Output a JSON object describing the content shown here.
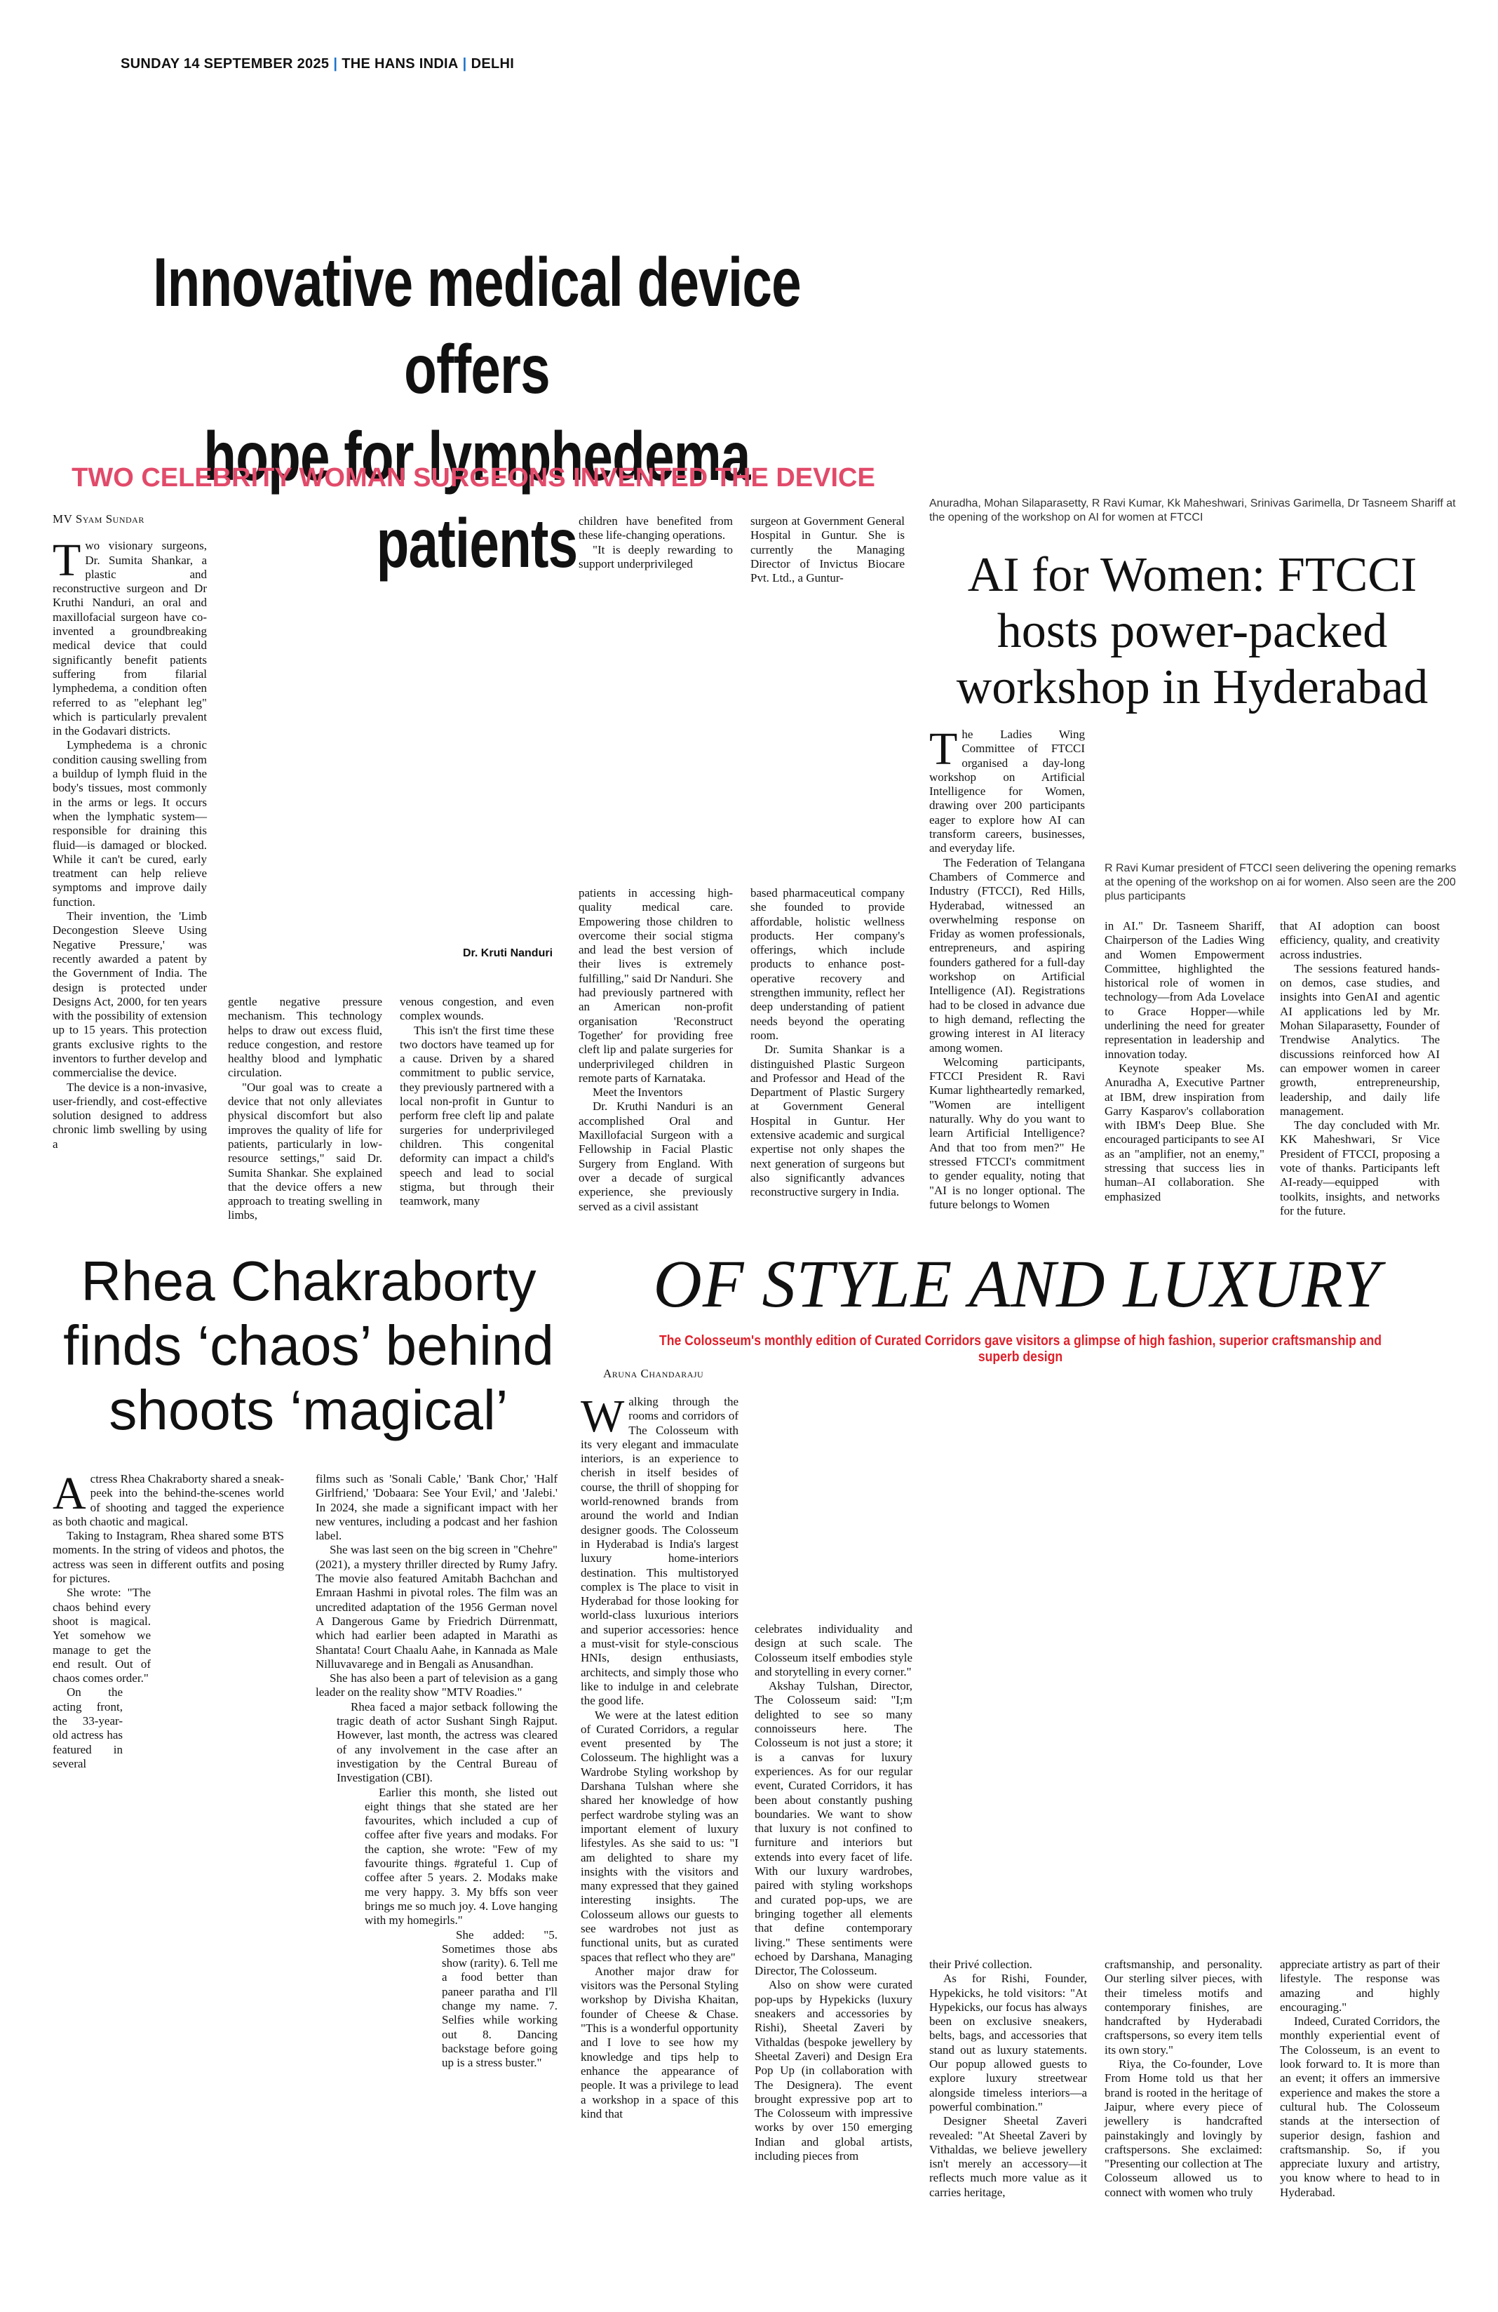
{
  "header": {
    "date": "SUNDAY 14 SEPTEMBER 2025",
    "paper": "THE HANS INDIA",
    "edition": "DELHI",
    "sep": "|"
  },
  "lymph": {
    "headline_1": "Innovative medical device offers",
    "headline_2": "hope for lymphedema patients",
    "subhead": "TWO CELEBRITY WOMAN SURGEONS INVENTED THE DEVICE",
    "byline": "MV Syam Sundar",
    "drop": "T",
    "photo_credit": "Dr. Kruti Nanduri",
    "col1_p1": "wo visionary surgeons, Dr. Sumita Shankar, a plastic and reconstructive surgeon and Dr Kruthi Nanduri, an oral and maxillofacial surgeon have co-invented a groundbreaking medical device that could significantly benefit patients suffering from filarial lymphedema, a condition often referred to as \"elephant leg\" which is particularly prevalent in the Godavari districts.",
    "col1_p2": "Lymphedema is a chronic condition causing swelling from a buildup of lymph fluid in the body's tissues, most commonly in the arms or legs. It occurs when the lymphatic system—responsible for draining this fluid—is damaged or blocked. While it can't be cured, early treatment can help relieve symptoms and improve daily function.",
    "col1_p3": "Their invention, the 'Limb Decongestion Sleeve Using Negative Pressure,' was recently awarded a patent by the Government of India. The design is protected under Designs Act, 2000, for ten years with the possibility of extension up to 15 years. This protection grants exclusive rights to the inventors to further develop and commercialise the device.",
    "col1_p4": "The device is a non-invasive, user-friendly, and cost-effective solution designed to address chronic limb swelling by using a",
    "col2": "gentle negative pressure mechanism. This technology helps to draw out excess fluid, reduce congestion, and restore healthy blood and lymphatic circulation.",
    "col2_p2": "\"Our goal was to create a device that not only alleviates physical discomfort but also improves the quality of life for patients, particularly in low-resource settings,\" said Dr. Sumita Shankar. She explained that the device offers a new approach to treating swelling in limbs,",
    "col3": "venous congestion, and even complex wounds.",
    "col3_p2": "This isn't the first time these two doctors have teamed up for a cause. Driven by a shared commitment to public service, they previously partnered with a local non-profit in Guntur to perform free cleft lip and palate surgeries for underprivileged children. This congenital deformity can impact a child's speech and lead to social stigma, but through their teamwork, many",
    "col4_top": "children have benefited from these life-changing operations.",
    "col4_top_p2": "\"It is deeply rewarding to support underprivileged",
    "col4_bot": "patients in accessing high-quality medical care. Empowering those children to overcome their social stigma and lead the best version of their lives is extremely fulfilling,\" said Dr Nanduri. She had previously partnered with an American non-profit organisation 'Reconstruct Together' for providing free cleft lip and palate surgeries for underprivileged children in remote parts of Karnataka.",
    "col4_bot_p2": "Meet the Inventors",
    "col4_bot_p3": "Dr. Kruthi Nanduri is an accomplished Oral and Maxillofacial Surgeon with a Fellowship in Facial Plastic Surgery from England. With over a decade of surgical experience, she previously served as a civil assistant",
    "col5_top": "surgeon at Government General Hospital in Guntur. She is currently the Managing Director of Invictus Biocare Pvt. Ltd., a Guntur-",
    "col5_bot": "based pharmaceutical company she founded to provide affordable, holistic wellness products. Her company's offerings, which include products to enhance post-operative recovery and strengthen immunity, reflect her deep understanding of patient needs beyond the operating room.",
    "col5_bot_p2": "Dr. Sumita Shankar is a distinguished Plastic Surgeon and Professor and Head of the Department of Plastic Surgery at Government General Hospital in Guntur. Her extensive academic and surgical expertise not only shapes the next generation of surgeons but also significantly advances reconstructive surgery in India."
  },
  "ftcci": {
    "caption_top": "Anuradha, Mohan Silaparasetty, R Ravi Kumar, Kk Maheshwari, Srinivas Garimella, Dr Tasneem Shariff at the opening of the workshop on AI for women at FTCCI",
    "headline_1": "AI for Women: FTCCI",
    "headline_2": "hosts power-packed",
    "headline_3": "workshop in Hyderabad",
    "drop": "T",
    "col1_p1": "he Ladies Wing Committee of FTCCI organised a day-long workshop on Artificial Intelligence for Women, drawing over 200 participants eager to explore how AI can transform careers, businesses, and everyday life.",
    "col1_p2": "The Federation of Telangana Chambers of Commerce and Industry (FTCCI), Red Hills, Hyderabad, witnessed an overwhelming response on Friday as women professionals, entrepreneurs, and aspiring founders gathered for a full-day workshop on Artificial Intelligence (AI). Registrations had to be closed in advance due to high demand, reflecting the growing interest in AI literacy among women.",
    "col1_p3": "Welcoming participants, FTCCI President R. Ravi Kumar lightheartedly remarked, \"Women are intelligent naturally. Why do you want to learn Artificial Intelligence? And that too from men?\" He stressed FTCCI's commitment to gender equality, noting that \"AI is no longer optional. The future belongs to Women",
    "caption_mid": "R Ravi Kumar president of FTCCI seen delivering the opening remarks at the opening of the workshop on ai for women. Also seen are the 200 plus participants",
    "col2_p1": "in AI.\" Dr. Tasneem Shariff, Chairperson of the Ladies Wing and Women Empowerment Committee, highlighted the historical role of women in technology—from Ada Lovelace to Grace Hopper—while underlining the need for greater representation in leadership and innovation today.",
    "col2_p2": "Keynote speaker Ms. Anuradha A, Executive Partner at IBM, drew inspiration from Garry Kasparov's collaboration with IBM's Deep Blue. She encouraged participants to see AI as an \"amplifier, not an enemy,\" stressing that success lies in human–AI collaboration. She emphasized",
    "col3_p1": "that AI adoption can boost efficiency, quality, and creativity across industries.",
    "col3_p2": "The sessions featured hands-on demos, case studies, and insights into GenAI and agentic AI applications led by Mr. Mohan Silaparasetty, Founder of Trendwise Analytics. The discussions reinforced how AI can empower women in career growth, entrepreneurship, leadership, and daily life management.",
    "col3_p3": "The day concluded with Mr. KK Maheshwari, Sr Vice President of FTCCI, proposing a vote of thanks. Participants left AI-ready—equipped with toolkits, insights, and networks for the future."
  },
  "rhea": {
    "headline_1": "Rhea Chakraborty",
    "headline_2": "finds ‘chaos’ behind",
    "headline_3": "shoots ‘magical’",
    "drop": "A",
    "col1_p1": "ctress Rhea Chakraborty shared a sneak-peek into the behind-the-scenes world of shooting and tagged the experience as both chaotic and magical.",
    "col1_p2": "Taking to Instagram, Rhea shared some BTS moments. In the string of videos and photos, the actress was seen in different outfits and posing for pictures.",
    "col1_p3": "She wrote: \"The chaos behind every shoot is magical. Yet somehow we manage to get the end result. Out of chaos comes order.\"",
    "col1_p4": "On the acting front, the 33-year-old actress has featured in several",
    "col2_p1": "films such as 'Sonali Cable,' 'Bank Chor,' 'Half Girlfriend,' 'Dobaara: See Your Evil,' and 'Jalebi.' In 2024, she made a significant impact with her new ventures, including a podcast and her fashion label.",
    "col2_p2": "She was last seen on the big screen in \"Chehre\" (2021), a mystery thriller directed by Rumy Jafry. The movie also featured Amitabh Bachchan and Emraan Hashmi in pivotal roles. The film was an uncredited adaptation of the 1956 German novel A Dangerous Game by Friedrich Dürrenmatt, which had earlier been adapted in Marathi as Shantata! Court Chaalu Aahe, in Kannada as Male Nilluvavarege and in Bengali as Anusandhan.",
    "col2_p3": "She has also been a part of television as a gang leader on the reality show \"MTV Roadies.\"",
    "col2_p4": "Rhea faced a major setback following the tragic death of actor Sushant Singh Rajput. However, last month, the actress was cleared of any involvement in the case after an investigation by the Central Bureau of Investigation (CBI).",
    "col2_p5": "Earlier this month, she listed out eight things that she stated are her favourites, which included a cup of coffee after five years and modaks. For the caption, she wrote: \"Few of my favourite things. #grateful 1. Cup of coffee after 5 years. 2. Modaks make me very happy. 3. My bffs son veer brings me so much joy. 4. Love hanging with my homegirls.\"",
    "col2_p6": "She added: \"5. Sometimes those abs show (rarity). 6. Tell me a food better than paneer paratha and I'll change my name. 7. Selfies while working out 8. Dancing backstage before going up is a stress buster.\""
  },
  "style": {
    "headline": "OF STYLE AND LUXURY",
    "subhead": "The Colosseum's monthly edition of Curated Corridors gave visitors a glimpse of high fashion, superior craftsmanship and superb design",
    "byline": "Aruna Chandaraju",
    "drop": "W",
    "col1_p1": "alking through the rooms and corridors of The Colosseum with its very elegant and immaculate interiors, is an experience to cherish in itself besides of course, the thrill of shopping for world-renowned brands from around the world and Indian designer goods. The Colosseum in Hyderabad is India's largest luxury home-interiors destination. This multistoryed complex is The place to visit in Hyderabad for those looking for world-class luxurious interiors and superior accessories: hence a must-visit for style-conscious HNIs, design enthusiasts, architects, and simply those who like to indulge in and celebrate the good life.",
    "col1_p2": "We were at the latest edition of Curated Corridors, a regular event presented by The Colosseum. The highlight was a Wardrobe Styling workshop by Darshana Tulshan where she shared her knowledge of how perfect wardrobe styling was an important element of luxury lifestyles. As she said to us: \"I am delighted to share my insights with the visitors and many expressed that they gained interesting insights. The Colosseum allows our guests to see wardrobes not just as functional units, but as curated spaces that reflect who they are\"",
    "col1_p3": "Another major draw for visitors was the Personal Styling workshop by Divisha Khaitan, founder of Cheese & Chase. \"This is a wonderful opportunity and I love to see how my knowledge and tips help to enhance the appearance of people. It was a privilege to lead a workshop in a space of this kind that",
    "col2_p1": "celebrates individuality and design at such scale. The Colosseum itself embodies style and storytelling in every corner.\"",
    "col2_p2": "Akshay Tulshan, Director, The Colosseum said: \"I;m delighted to see so many connoisseurs here. The Colosseum is not just a store; it is a canvas for luxury experiences. As for our regular event, Curated Corridors, it has been about constantly pushing boundaries. We want to show that luxury is not confined to furniture and interiors but extends into every facet of life. With our luxury wardrobes, paired with styling workshops and curated pop-ups, we are bringing together all elements that define contemporary living.\" These sentiments were echoed by Darshana, Managing Director, The Colosseum.",
    "col2_p3": "Also on show were curated pop-ups by Hypekicks (luxury sneakers and accessories by Rishi), Sheetal Zaveri by Vithaldas (bespoke jewellery by Sheetal Zaveri) and Design Era Pop Up (in collaboration with The Designera). The event brought expressive pop art to The Colosseum with impressive works by over 150 emerging Indian and global artists, including pieces from",
    "col3_p1": "their Privé collection.",
    "col3_p2": "As for Rishi, Founder, Hypekicks, he told visitors: \"At Hypekicks, our focus has always been on exclusive sneakers, belts, bags, and accessories that stand out as luxury statements. Our popup allowed guests to explore luxury streetwear alongside timeless interiors—a powerful combination.\"",
    "col3_p3": "Designer Sheetal Zaveri revealed: \"At Sheetal Zaveri by Vithaldas, we believe jewellery isn't merely an accessory—it reflects much more value as it carries heritage,",
    "col4_p1": "craftsmanship, and personality. Our sterling silver pieces, with their timeless motifs and contemporary finishes, are handcrafted by Hyderabadi craftspersons, so every item tells its own story.\"",
    "col4_p2": "Riya, the Co-founder, Love From Home told us that her brand is rooted in the heritage of Jaipur, where every piece of jewellery is handcrafted painstakingly and lovingly by craftspersons. She exclaimed: \"Presenting our collection at The Colosseum allowed us to connect with women who truly",
    "col5_p1": "appreciate artistry as part of their lifestyle. The response was amazing and highly encouraging.\"",
    "col5_p2": "Indeed, Curated Corridors, the monthly experiential event of The Colosseum, is an event to look forward to. It is more than an event; it offers an immersive experience and makes the store a cultural hub. The Colosseum stands at the intersection of superior design, fashion and craftsmanship. So, if you appreciate luxury and artistry, you know where to head to in Hyderabad."
  }
}
